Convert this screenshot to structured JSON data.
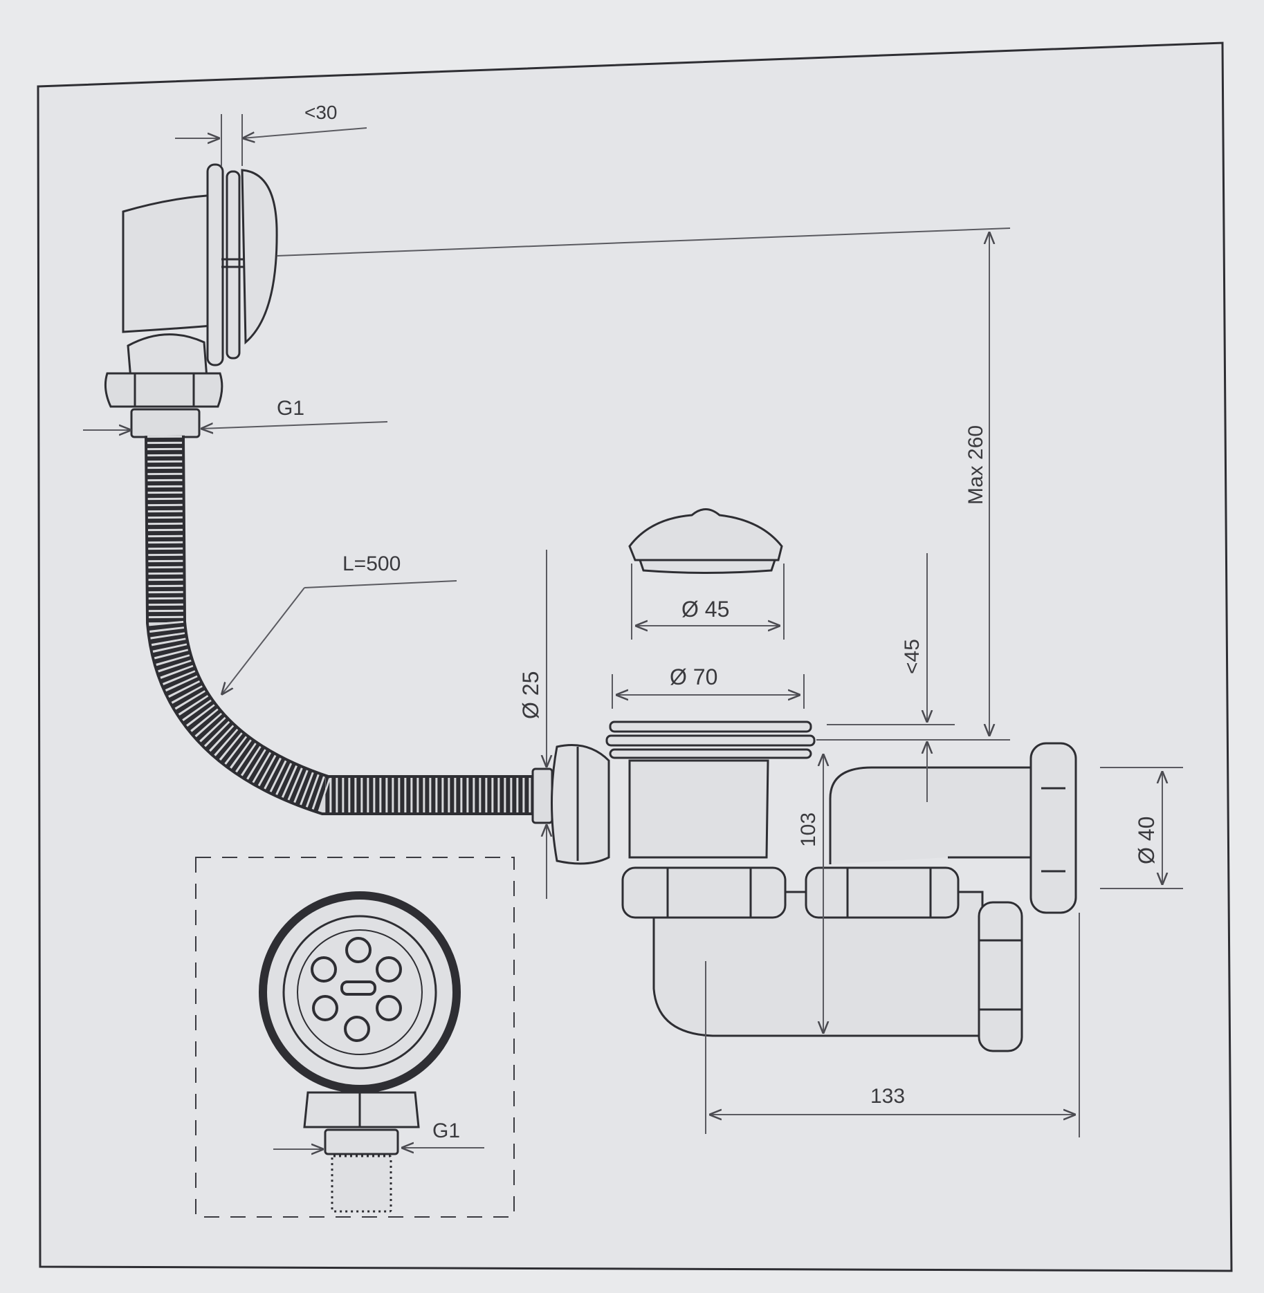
{
  "drawing": {
    "dimensions": {
      "overflow_head_depth": "<30",
      "overflow_thread": "G1",
      "hose_length": "L=500",
      "max_height": "Max 260",
      "stopper_diameter": "Ø 45",
      "waste_flange_diameter": "Ø 70",
      "hose_diameter": "Ø 25",
      "flange_gap": "<45",
      "waste_body_height": "103",
      "outlet_diameter": "Ø 40",
      "trap_width": "133",
      "detail_thread": "G1"
    }
  },
  "colors": {
    "paper": "#e9eaec",
    "line": "#2e2e33",
    "dim_line": "#5a5a60"
  }
}
